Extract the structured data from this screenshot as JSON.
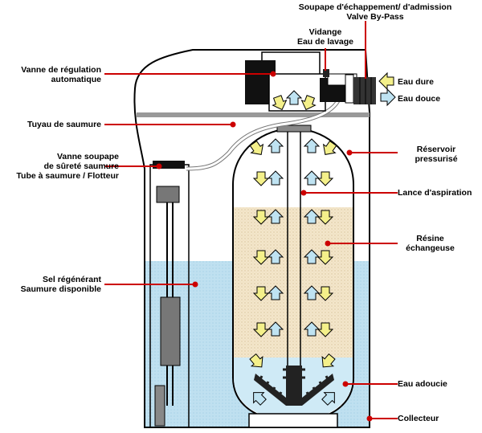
{
  "labels": {
    "bypass_line1": "Soupape d'échappement/ d'admission",
    "bypass_line2": "Valve By-Pass",
    "drain_line1": "Vidange",
    "drain_line2": "Eau de lavage",
    "control_valve_line1": "Vanne de régulation",
    "control_valve_line2": "automatique",
    "hard_water": "Eau dure",
    "soft_water": "Eau douce",
    "brine_pipe": "Tuyau de saumure",
    "pressure_tank_line1": "Réservoir",
    "pressure_tank_line2": "pressurisé",
    "safety_valve_line1": "Vanne soupape",
    "safety_valve_line2": "de sûreté saumure",
    "safety_valve_line3": "Tube à saumure / Flotteur",
    "riser_tube": "Lance d'aspiration",
    "resin_line1": "Résine",
    "resin_line2": "échangeuse",
    "salt_line1": "Sel régénérant",
    "salt_line2": "Saumure disponible",
    "soft_water_bottom": "Eau adoucie",
    "collector": "Collecteur"
  },
  "colors": {
    "leader_line": "#cc0000",
    "brine_water": "#b7dcee",
    "resin": "#f1e3c6",
    "soft_water_zone": "#cfeaf6",
    "arrow_yellow": "#f4f08a",
    "arrow_blue": "#bfe3f2",
    "outline": "#000000"
  }
}
